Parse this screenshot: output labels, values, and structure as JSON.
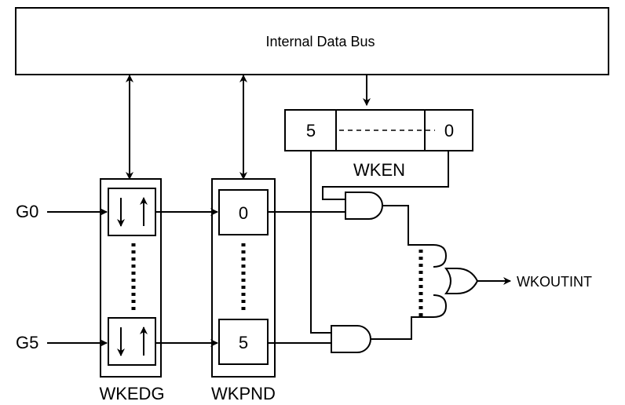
{
  "diagram": {
    "bus_label": "Internal Data Bus",
    "wken": {
      "label": "WKEN",
      "high_bit": "5",
      "low_bit": "0"
    },
    "wkedg": {
      "label": "WKEDG"
    },
    "wkpnd": {
      "label": "WKPND",
      "top_bit": "0",
      "bottom_bit": "5"
    },
    "inputs": [
      "G0",
      "G5"
    ],
    "output": "WKOUTINT"
  }
}
